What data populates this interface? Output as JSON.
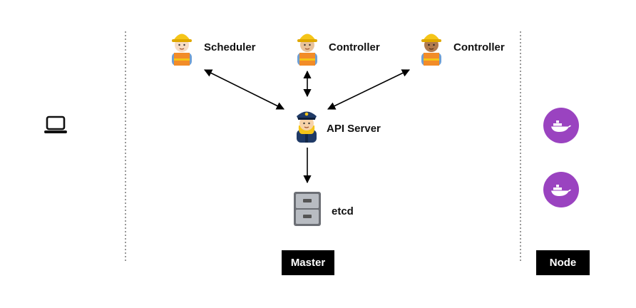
{
  "components": {
    "scheduler": {
      "label": "Scheduler",
      "icon": "construction-worker-icon"
    },
    "controller_1": {
      "label": "Controller",
      "icon": "construction-worker-icon"
    },
    "controller_2": {
      "label": "Controller",
      "icon": "construction-worker-icon"
    },
    "api_server": {
      "label": "API Server",
      "icon": "police-officer-icon"
    },
    "etcd": {
      "label": "etcd",
      "icon": "file-cabinet-icon"
    }
  },
  "sections": {
    "master": {
      "label": "Master"
    },
    "node": {
      "label": "Node"
    }
  },
  "client": {
    "icon": "laptop-icon"
  },
  "containers": [
    {
      "icon": "docker-whale-icon"
    },
    {
      "icon": "docker-whale-icon"
    }
  ],
  "colors": {
    "docker_purple": "#9A43C0",
    "helmet_yellow": "#F5C518",
    "police_navy": "#1F3A66",
    "tag_background": "#000000"
  }
}
